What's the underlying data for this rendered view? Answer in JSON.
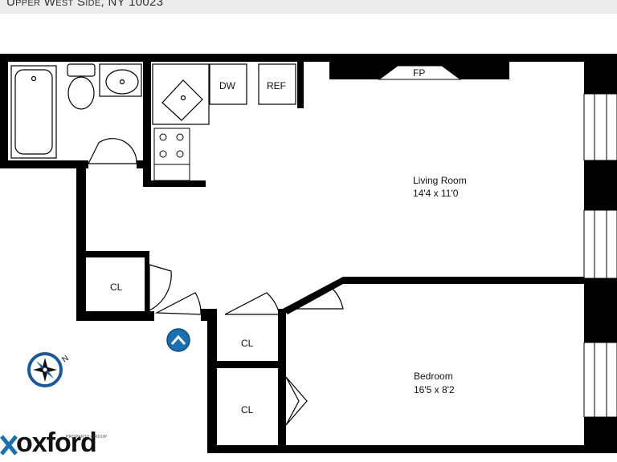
{
  "header": {
    "address": "Upper West Side, NY 10023"
  },
  "rooms": {
    "living": {
      "name": "Living Room",
      "dims": "14'4 x 11'0"
    },
    "bedroom": {
      "name": "Bedroom",
      "dims": "16'5 x 8'2"
    },
    "closet_a": "CL",
    "closet_b": "CL",
    "closet_c": "CL",
    "fireplace": "FP",
    "dishwasher": "DW",
    "refrigerator": "REF"
  },
  "compass": {
    "north_label": "N"
  },
  "brand": {
    "name": "oxford",
    "tagline": "PROPERTY GROUP"
  },
  "colors": {
    "wall": "#000000",
    "entry_marker": "#1a6fb0",
    "compass": "#1a5a9a"
  }
}
